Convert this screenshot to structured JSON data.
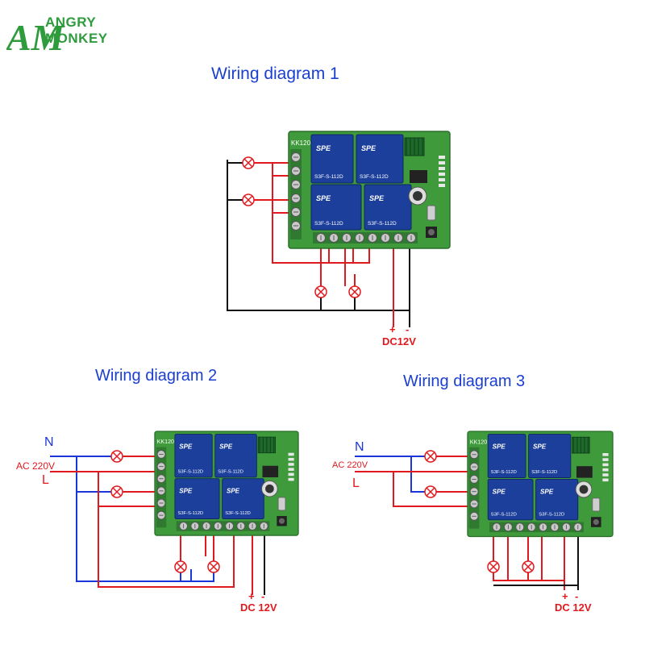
{
  "logo": {
    "line1": "ANGRY",
    "line2": "MONKEY",
    "mark": "AM",
    "color": "#2e9b3c"
  },
  "diagram1": {
    "title": "Wiring diagram 1",
    "plus": "+",
    "minus": "-",
    "power": "DC12V"
  },
  "diagram2": {
    "title": "Wiring diagram 2",
    "neutral": "N",
    "ac": "AC 220V",
    "live": "L",
    "plus": "+",
    "minus": "-",
    "power": "DC 12V"
  },
  "diagram3": {
    "title": "Wiring diagram 3",
    "neutral": "N",
    "ac": "AC 220V",
    "live": "L",
    "plus": "+",
    "minus": "-",
    "power": "DC 12V"
  },
  "board": {
    "label": "KK120",
    "relay_brand": "SPE",
    "relay_model": "S3F-S-112D"
  },
  "colors": {
    "title": "#1a3fd0",
    "red_wire": "#e0191e",
    "blue_wire": "#1a35d8",
    "black_wire": "#111111",
    "board": "#3f9a3c",
    "relay": "#1c3f9c",
    "lamp": "#e0191e",
    "power_text": "#e0191e"
  }
}
